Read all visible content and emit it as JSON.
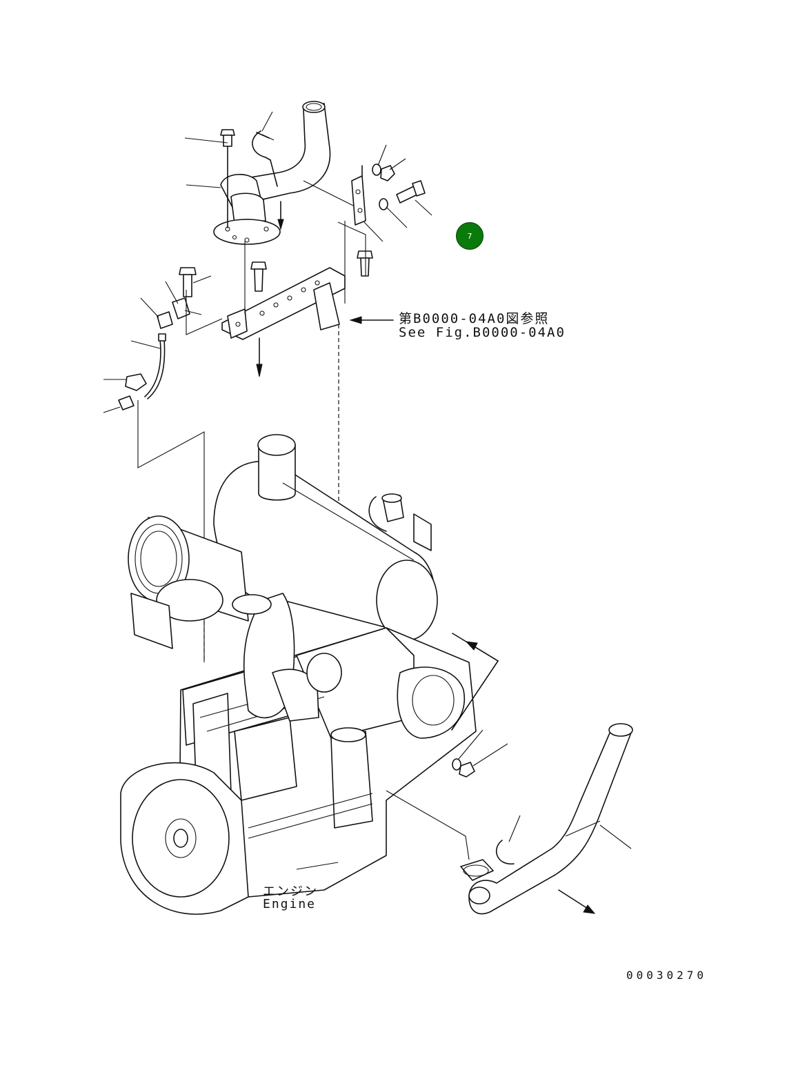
{
  "annotations": {
    "reference_jp": "第B0000-04A0図参照",
    "reference_en": "See Fig.B0000-04A0",
    "engine_jp": "エンジン",
    "engine_en": "Engine"
  },
  "drawing_number": "00030270",
  "callout_badge": {
    "label": "7",
    "color": "#0a7a0a"
  }
}
